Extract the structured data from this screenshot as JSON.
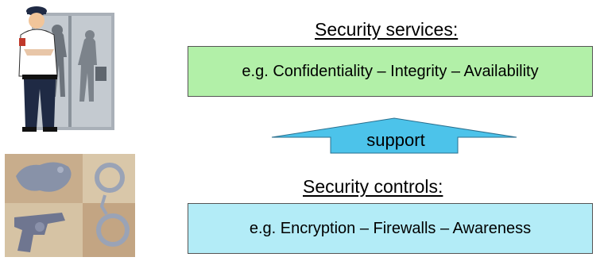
{
  "services": {
    "heading": "Security services:",
    "examples": "e.g. Confidentiality – Integrity – Availability",
    "color": "#b2f0a8"
  },
  "arrow": {
    "label": "support",
    "direction": "up",
    "color": "#4cc3ea"
  },
  "controls": {
    "heading": "Security controls:",
    "examples": "e.g. Encryption – Firewalls  – Awareness",
    "color": "#b3ecf7"
  },
  "illustrations": {
    "top": "security-guard-clipart",
    "bottom": "police-tools-clipart"
  }
}
